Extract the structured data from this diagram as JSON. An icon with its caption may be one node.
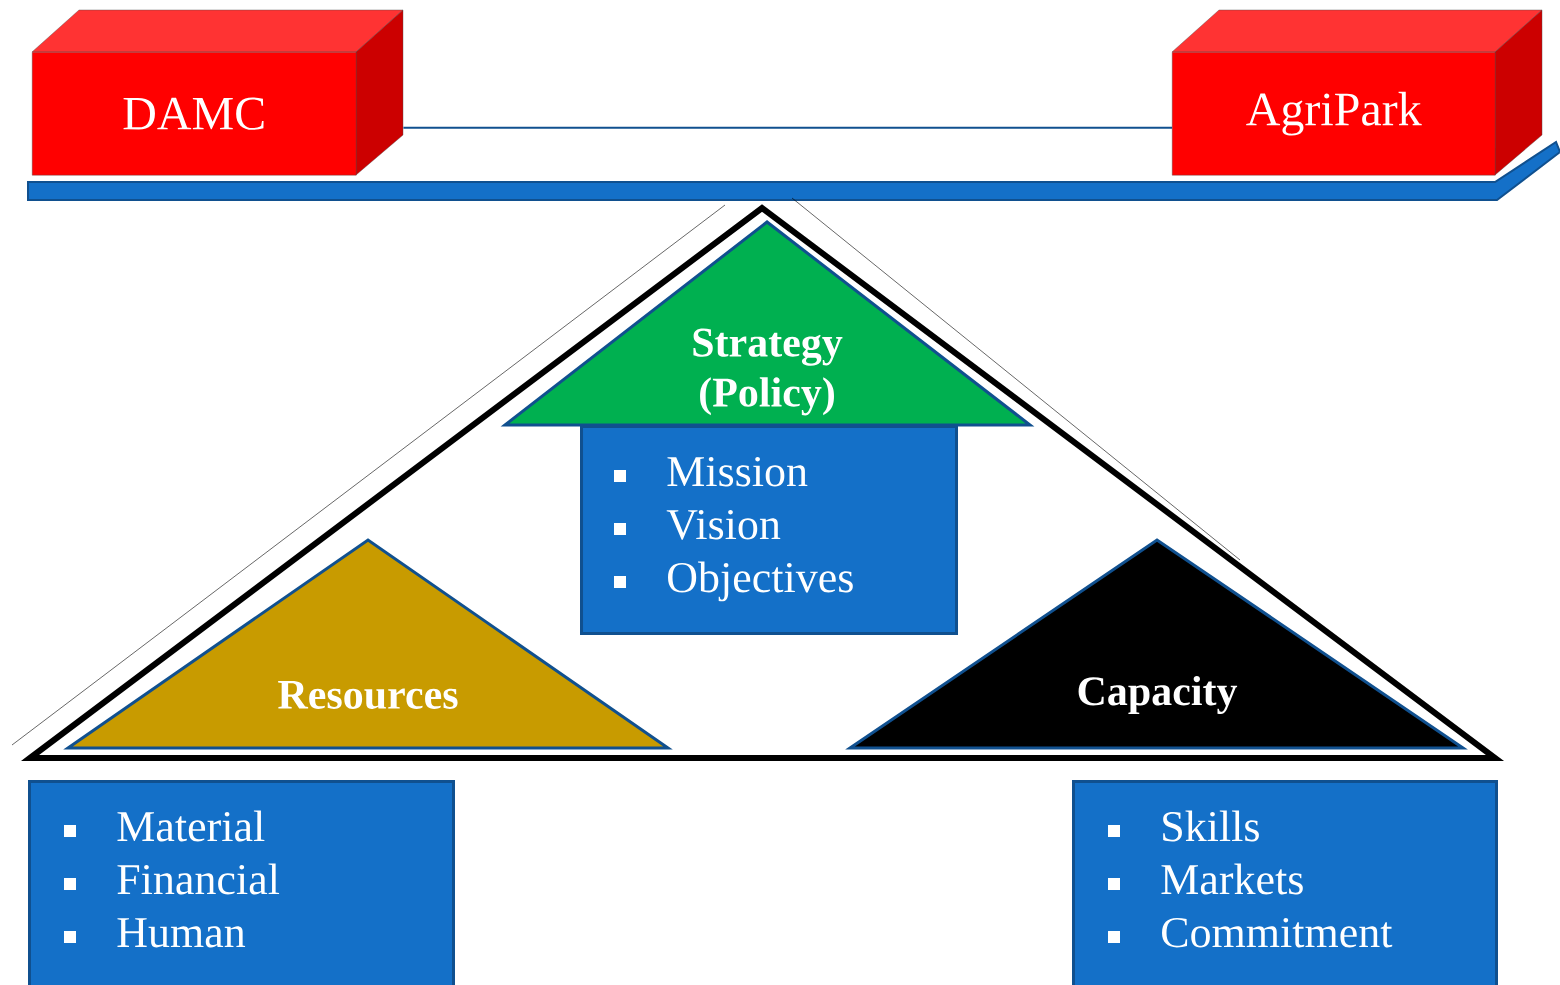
{
  "diagram": {
    "nodes": [
      {
        "text": [
          "DAMC"
        ]
      },
      {
        "text": [
          "AgriPark"
        ]
      },
      {
        "text": [
          "Strategy (Policy)",
          "Mission",
          "Vision",
          "Objectives"
        ]
      },
      {
        "text": [
          "Resources"
        ]
      },
      {
        "text": [
          "Capacity"
        ]
      },
      {
        "text": [
          "Material",
          "Financial",
          "Human"
        ]
      },
      {
        "text": [
          "Skills",
          "Markets",
          "Commitment"
        ]
      }
    ],
    "edges": [
      {
        "from": 0,
        "to": 1,
        "arrow": "none"
      }
    ]
  }
}
